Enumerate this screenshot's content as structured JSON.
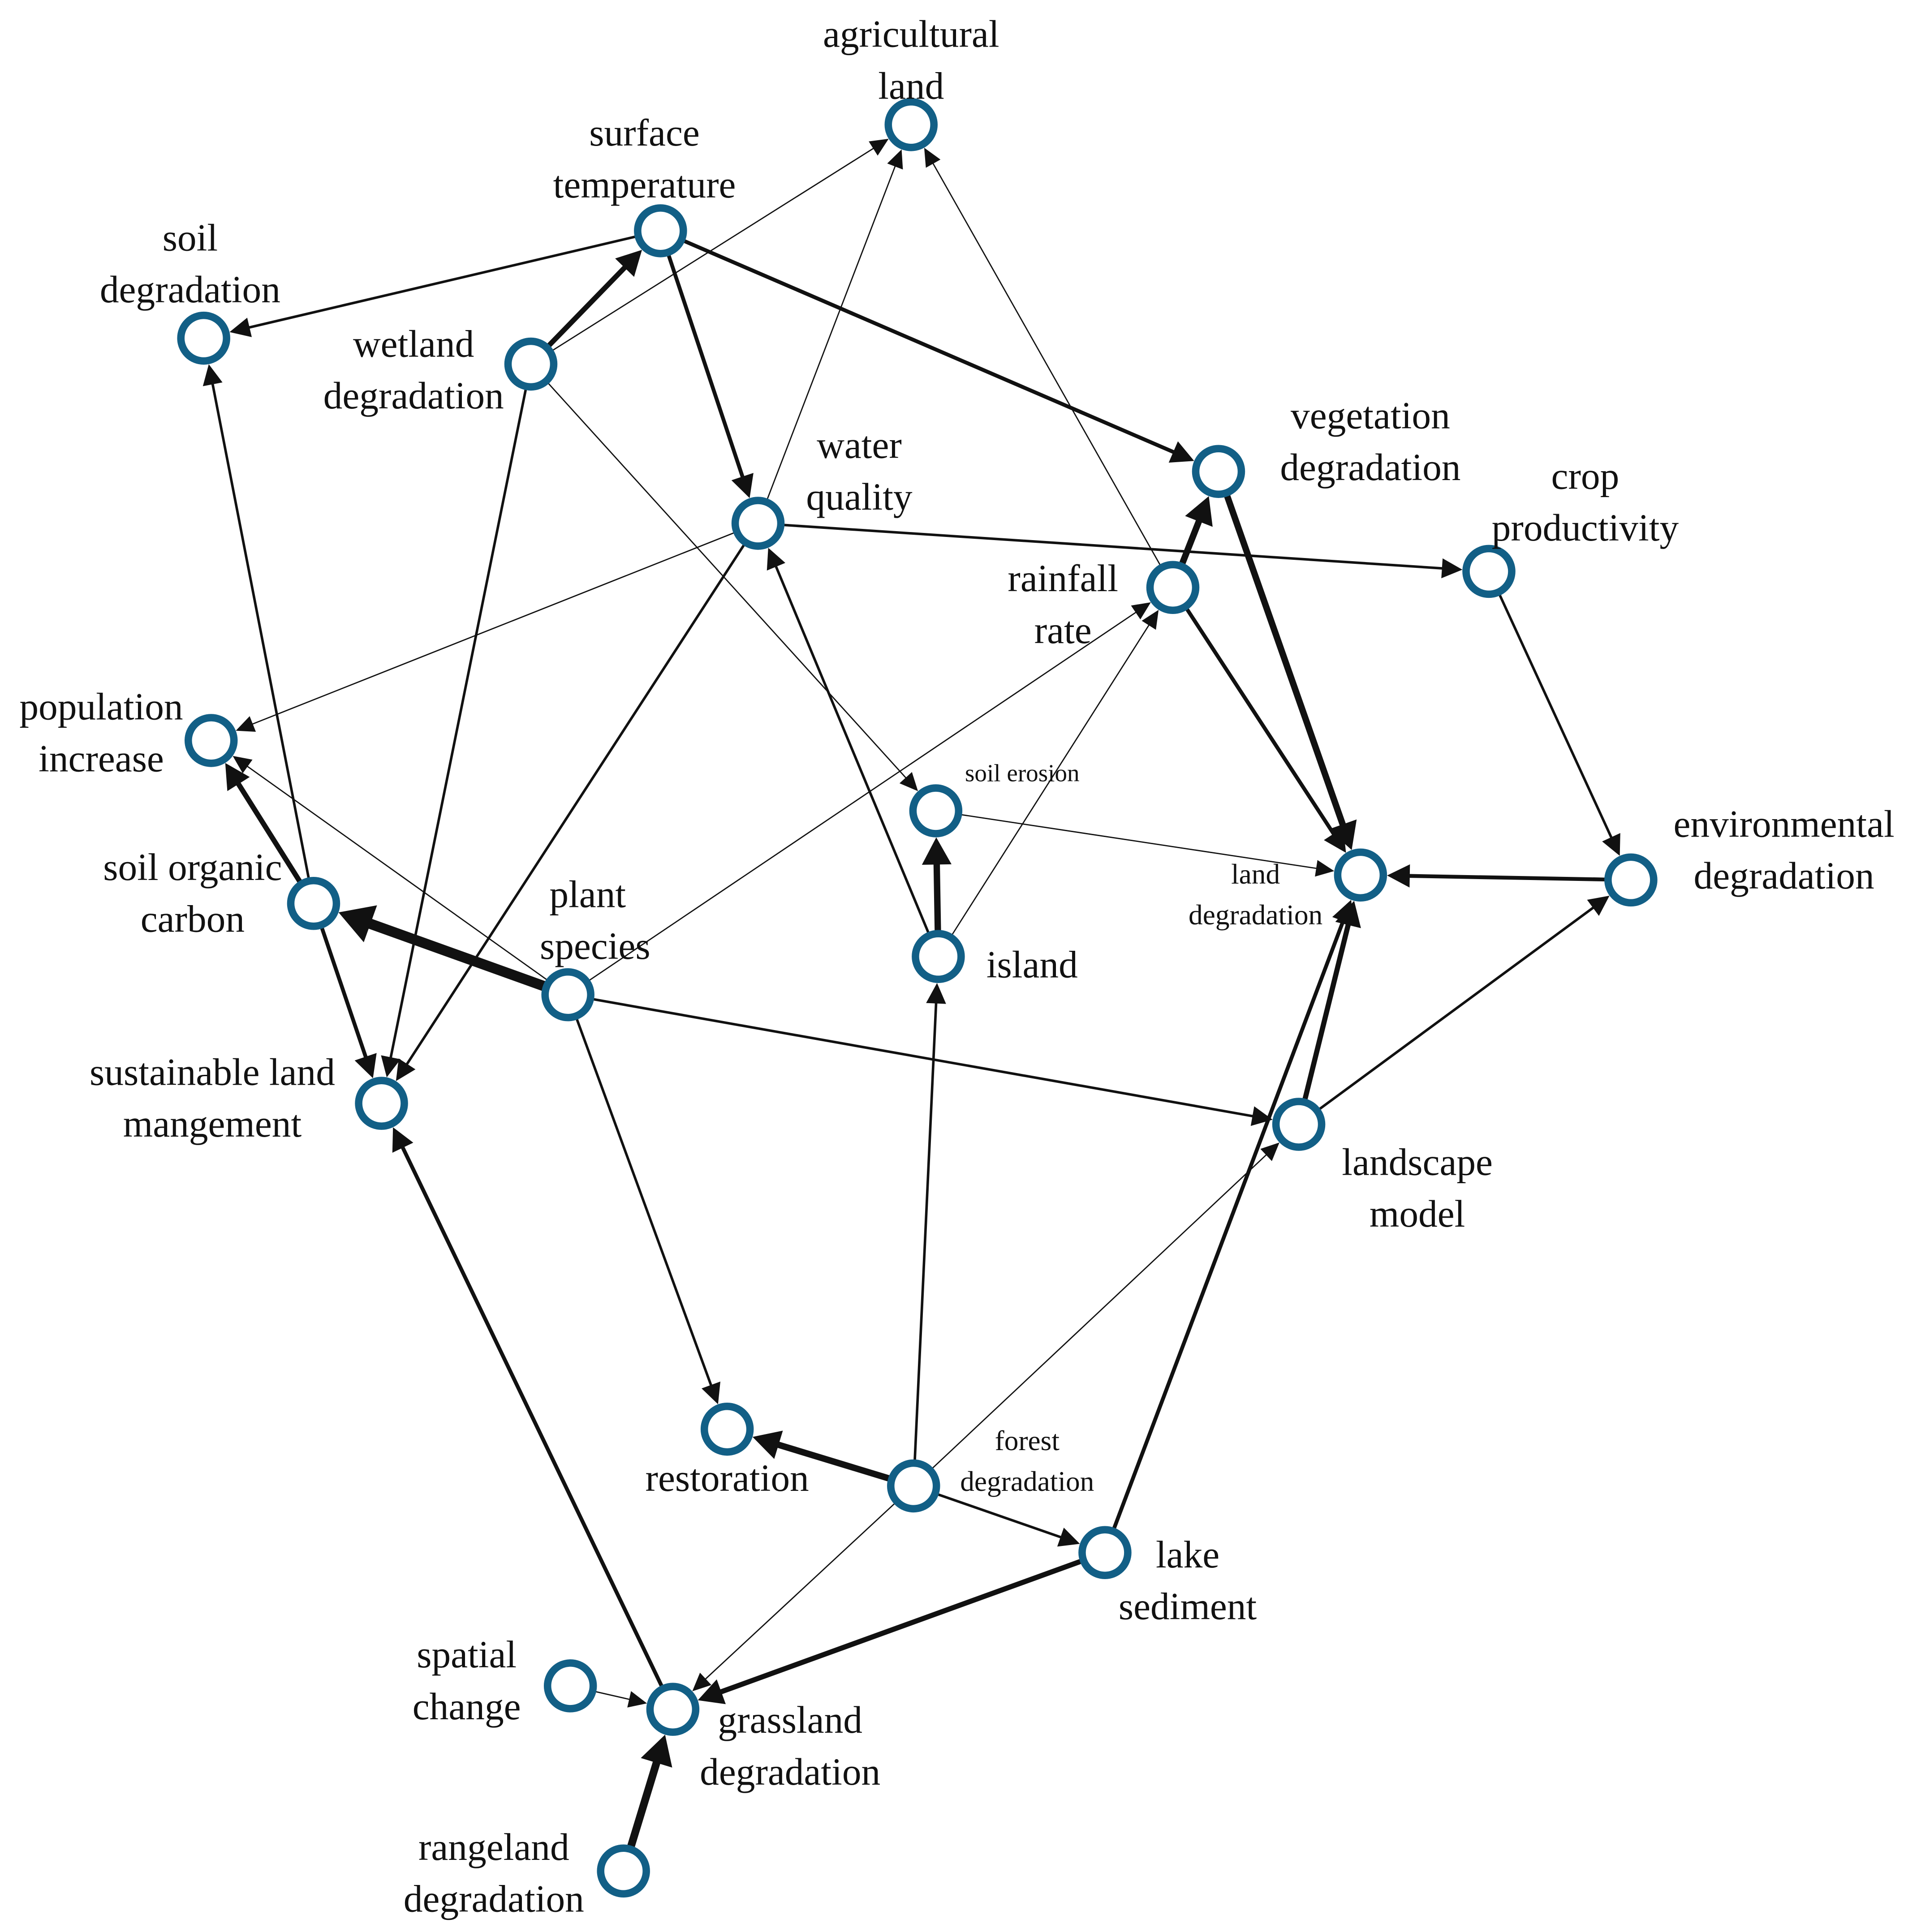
{
  "colors": {
    "node_stroke": "#125f86",
    "node_fill": "#ffffff",
    "edge": "#111111",
    "text": "#111111",
    "background": "#ffffff"
  },
  "nodes": [
    {
      "id": "agricultural_land",
      "lines": [
        "agricultural",
        "land"
      ]
    },
    {
      "id": "surface_temperature",
      "lines": [
        "surface",
        "temperature"
      ]
    },
    {
      "id": "soil_degradation",
      "lines": [
        "soil",
        "degradation"
      ]
    },
    {
      "id": "wetland_degradation",
      "lines": [
        "wetland",
        "degradation"
      ]
    },
    {
      "id": "vegetation_degradation",
      "lines": [
        "vegetation",
        "degradation"
      ]
    },
    {
      "id": "water_quality",
      "lines": [
        "water",
        "quality"
      ]
    },
    {
      "id": "crop_productivity",
      "lines": [
        "crop",
        "productivity"
      ]
    },
    {
      "id": "rainfall_rate",
      "lines": [
        "rainfall",
        "rate"
      ]
    },
    {
      "id": "population_increase",
      "lines": [
        "population",
        "increase"
      ]
    },
    {
      "id": "soil_erosion",
      "lines": [
        "soil erosion"
      ]
    },
    {
      "id": "land_degradation",
      "lines": [
        "land",
        "degradation"
      ]
    },
    {
      "id": "environmental_degradation",
      "lines": [
        "environmental",
        "degradation"
      ]
    },
    {
      "id": "soil_organic_carbon",
      "lines": [
        "soil organic",
        "carbon"
      ]
    },
    {
      "id": "plant_species",
      "lines": [
        "plant",
        "species"
      ]
    },
    {
      "id": "island",
      "lines": [
        "island"
      ]
    },
    {
      "id": "sustainable_land_management",
      "lines": [
        "sustainable land",
        "mangement"
      ]
    },
    {
      "id": "landscape_model",
      "lines": [
        "landscape",
        "model"
      ]
    },
    {
      "id": "restoration",
      "lines": [
        "restoration"
      ]
    },
    {
      "id": "forest_degradation",
      "lines": [
        "forest",
        "degradation"
      ]
    },
    {
      "id": "lake_sediment",
      "lines": [
        "lake",
        "sediment"
      ]
    },
    {
      "id": "spatial_change",
      "lines": [
        "spatial",
        "change"
      ]
    },
    {
      "id": "grassland_degradation",
      "lines": [
        "grassland",
        "degradation"
      ]
    },
    {
      "id": "rangeland_degradation",
      "lines": [
        "rangeland",
        "degradation"
      ]
    }
  ],
  "edges": [
    {
      "from": "surface_temperature",
      "to": "soil_degradation",
      "weight": 2
    },
    {
      "from": "surface_temperature",
      "to": "water_quality",
      "weight": 3
    },
    {
      "from": "surface_temperature",
      "to": "vegetation_degradation",
      "weight": 3
    },
    {
      "from": "wetland_degradation",
      "to": "surface_temperature",
      "weight": 4
    },
    {
      "from": "wetland_degradation",
      "to": "agricultural_land",
      "weight": 1
    },
    {
      "from": "wetland_degradation",
      "to": "soil_erosion",
      "weight": 1
    },
    {
      "from": "wetland_degradation",
      "to": "sustainable_land_management",
      "weight": 2
    },
    {
      "from": "water_quality",
      "to": "agricultural_land",
      "weight": 1
    },
    {
      "from": "water_quality",
      "to": "crop_productivity",
      "weight": 2
    },
    {
      "from": "water_quality",
      "to": "population_increase",
      "weight": 1
    },
    {
      "from": "water_quality",
      "to": "sustainable_land_management",
      "weight": 2
    },
    {
      "from": "rainfall_rate",
      "to": "agricultural_land",
      "weight": 1
    },
    {
      "from": "rainfall_rate",
      "to": "vegetation_degradation",
      "weight": 5
    },
    {
      "from": "rainfall_rate",
      "to": "land_degradation",
      "weight": 3
    },
    {
      "from": "vegetation_degradation",
      "to": "land_degradation",
      "weight": 5
    },
    {
      "from": "crop_productivity",
      "to": "environmental_degradation",
      "weight": 2
    },
    {
      "from": "environmental_degradation",
      "to": "land_degradation",
      "weight": 3
    },
    {
      "from": "soil_erosion",
      "to": "land_degradation",
      "weight": 1
    },
    {
      "from": "island",
      "to": "soil_erosion",
      "weight": 5
    },
    {
      "from": "island",
      "to": "water_quality",
      "weight": 2
    },
    {
      "from": "island",
      "to": "rainfall_rate",
      "weight": 1
    },
    {
      "from": "plant_species",
      "to": "soil_organic_carbon",
      "weight": 8
    },
    {
      "from": "plant_species",
      "to": "population_increase",
      "weight": 1
    },
    {
      "from": "plant_species",
      "to": "rainfall_rate",
      "weight": 1
    },
    {
      "from": "plant_species",
      "to": "landscape_model",
      "weight": 2
    },
    {
      "from": "plant_species",
      "to": "restoration",
      "weight": 2
    },
    {
      "from": "soil_organic_carbon",
      "to": "soil_degradation",
      "weight": 2
    },
    {
      "from": "soil_organic_carbon",
      "to": "population_increase",
      "weight": 4
    },
    {
      "from": "soil_organic_carbon",
      "to": "sustainable_land_management",
      "weight": 3
    },
    {
      "from": "landscape_model",
      "to": "environmental_degradation",
      "weight": 2
    },
    {
      "from": "landscape_model",
      "to": "land_degradation",
      "weight": 4
    },
    {
      "from": "forest_degradation",
      "to": "restoration",
      "weight": 5
    },
    {
      "from": "forest_degradation",
      "to": "island",
      "weight": 2
    },
    {
      "from": "forest_degradation",
      "to": "lake_sediment",
      "weight": 2
    },
    {
      "from": "forest_degradation",
      "to": "landscape_model",
      "weight": 1
    },
    {
      "from": "forest_degradation",
      "to": "grassland_degradation",
      "weight": 1
    },
    {
      "from": "lake_sediment",
      "to": "land_degradation",
      "weight": 3
    },
    {
      "from": "lake_sediment",
      "to": "grassland_degradation",
      "weight": 4
    },
    {
      "from": "grassland_degradation",
      "to": "sustainable_land_management",
      "weight": 3
    },
    {
      "from": "spatial_change",
      "to": "grassland_degradation",
      "weight": 1
    },
    {
      "from": "rangeland_degradation",
      "to": "grassland_degradation",
      "weight": 6
    }
  ]
}
